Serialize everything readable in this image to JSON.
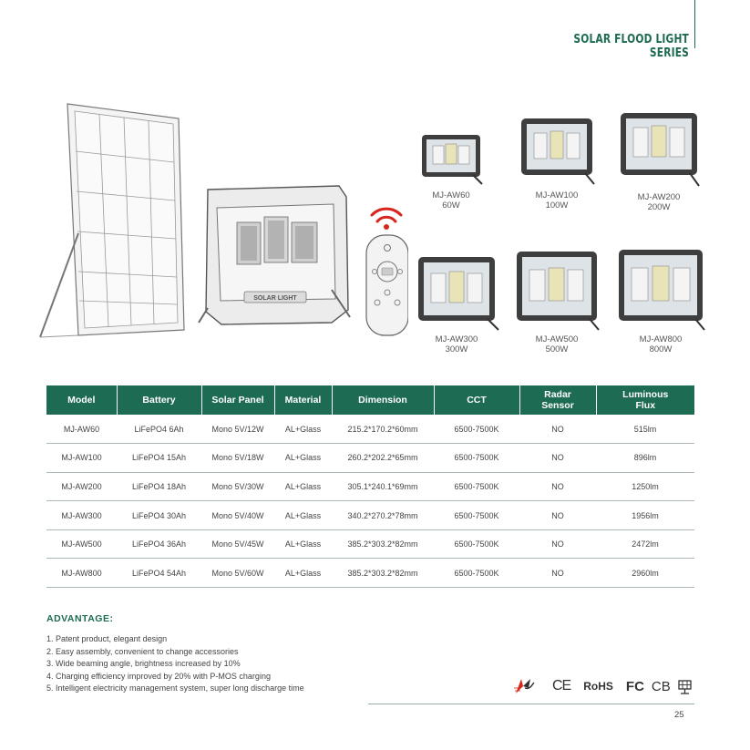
{
  "header": {
    "series_title": "SOLAR FLOOD LIGHT SERIES"
  },
  "hero": {
    "fixture_label": "SOLAR LIGHT"
  },
  "variants": [
    {
      "model": "MJ-AW60",
      "watt": "60W"
    },
    {
      "model": "MJ-AW100",
      "watt": "100W"
    },
    {
      "model": "MJ-AW200",
      "watt": "200W"
    },
    {
      "model": "MJ-AW300",
      "watt": "300W"
    },
    {
      "model": "MJ-AW500",
      "watt": "500W"
    },
    {
      "model": "MJ-AW800",
      "watt": "800W"
    }
  ],
  "table": {
    "headers": [
      "Model",
      "Battery",
      "Solar Panel",
      "Material",
      "Dimension",
      "CCT",
      "Radar\nSensor",
      "Luminous\nFlux"
    ],
    "rows": [
      [
        "MJ-AW60",
        "LiFePO4 6Ah",
        "Mono 5V/12W",
        "AL+Glass",
        "215.2*170.2*60mm",
        "6500-7500K",
        "NO",
        "515lm"
      ],
      [
        "MJ-AW100",
        "LiFePO4 15Ah",
        "Mono 5V/18W",
        "AL+Glass",
        "260.2*202.2*65mm",
        "6500-7500K",
        "NO",
        "896lm"
      ],
      [
        "MJ-AW200",
        "LiFePO4 18Ah",
        "Mono 5V/30W",
        "AL+Glass",
        "305.1*240.1*69mm",
        "6500-7500K",
        "NO",
        "1250lm"
      ],
      [
        "MJ-AW300",
        "LiFePO4 30Ah",
        "Mono 5V/40W",
        "AL+Glass",
        "340.2*270.2*78mm",
        "6500-7500K",
        "NO",
        "1956lm"
      ],
      [
        "MJ-AW500",
        "LiFePO4 36Ah",
        "Mono 5V/45W",
        "AL+Glass",
        "385.2*303.2*82mm",
        "6500-7500K",
        "NO",
        "2472lm"
      ],
      [
        "MJ-AW800",
        "LiFePO4 54Ah",
        "Mono 5V/60W",
        "AL+Glass",
        "385.2*303.2*82mm",
        "6500-7500K",
        "NO",
        "2960lm"
      ]
    ]
  },
  "advantage": {
    "title": "ADVANTAGE:",
    "items": [
      "1. Patent product, elegant design",
      "2. Easy assembly, convenient to change accessories",
      "3. Wide beaming angle, brightness increased by 10%",
      "4. Charging efficiency improved by 20% with P-MOS charging",
      "5. Intelligent electricity management system, super long discharge time"
    ]
  },
  "certifications": {
    "ce": "CE",
    "rohs": "RoHS",
    "fc": "FC",
    "cb": "CB"
  },
  "footer": {
    "page_number": "25"
  },
  "colors": {
    "accent": "#1d6b52",
    "remote_signal": "#d9261c"
  }
}
